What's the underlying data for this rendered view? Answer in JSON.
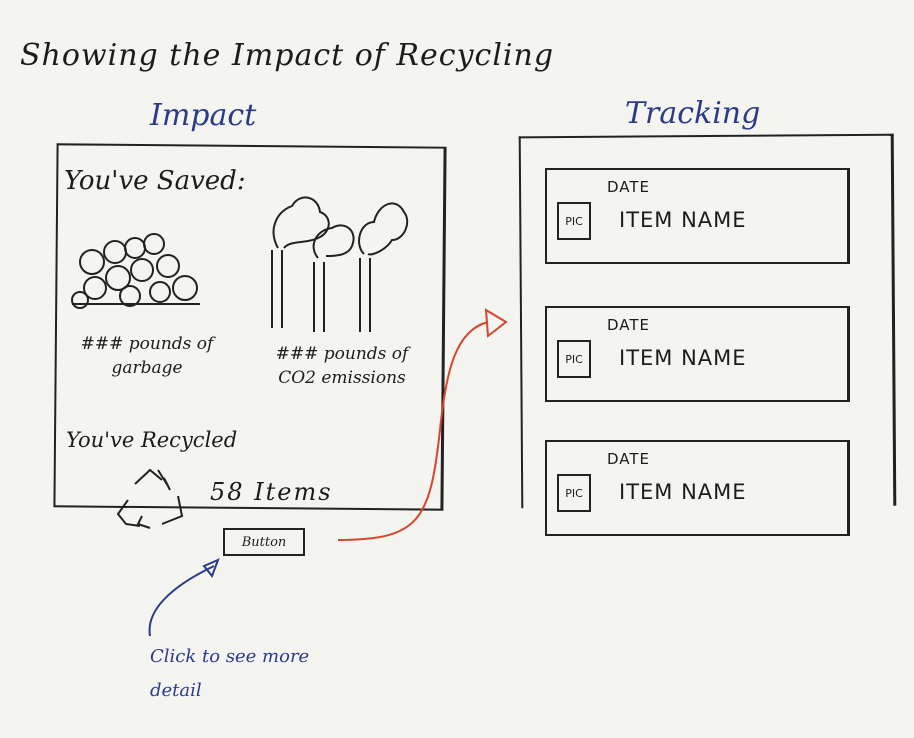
{
  "title": "Showing the Impact of Recycling",
  "impact": {
    "heading": "Impact",
    "saved_label": "You've Saved:",
    "garbage_stat": "### pounds of garbage",
    "co2_stat": "### pounds of CO2 emissions",
    "recycled_label": "You've Recycled",
    "items_count": "58 Items",
    "button_label": "Button",
    "icons": [
      "garbage-pile-icon",
      "smokestack-icon",
      "recycle-icon"
    ]
  },
  "tracking": {
    "heading": "Tracking",
    "items": [
      {
        "pic": "PIC",
        "date": "DATE",
        "name": "ITEM NAME"
      },
      {
        "pic": "PIC",
        "date": "DATE",
        "name": "ITEM NAME"
      },
      {
        "pic": "PIC",
        "date": "DATE",
        "name": "ITEM NAME"
      }
    ]
  },
  "annotation": {
    "note": "Click to see more detail"
  },
  "colors": {
    "ink": "#1c1c1c",
    "blue_ink": "#2d3a8a",
    "red_ink": "#d9442e",
    "paper": "#f4f4f1"
  }
}
